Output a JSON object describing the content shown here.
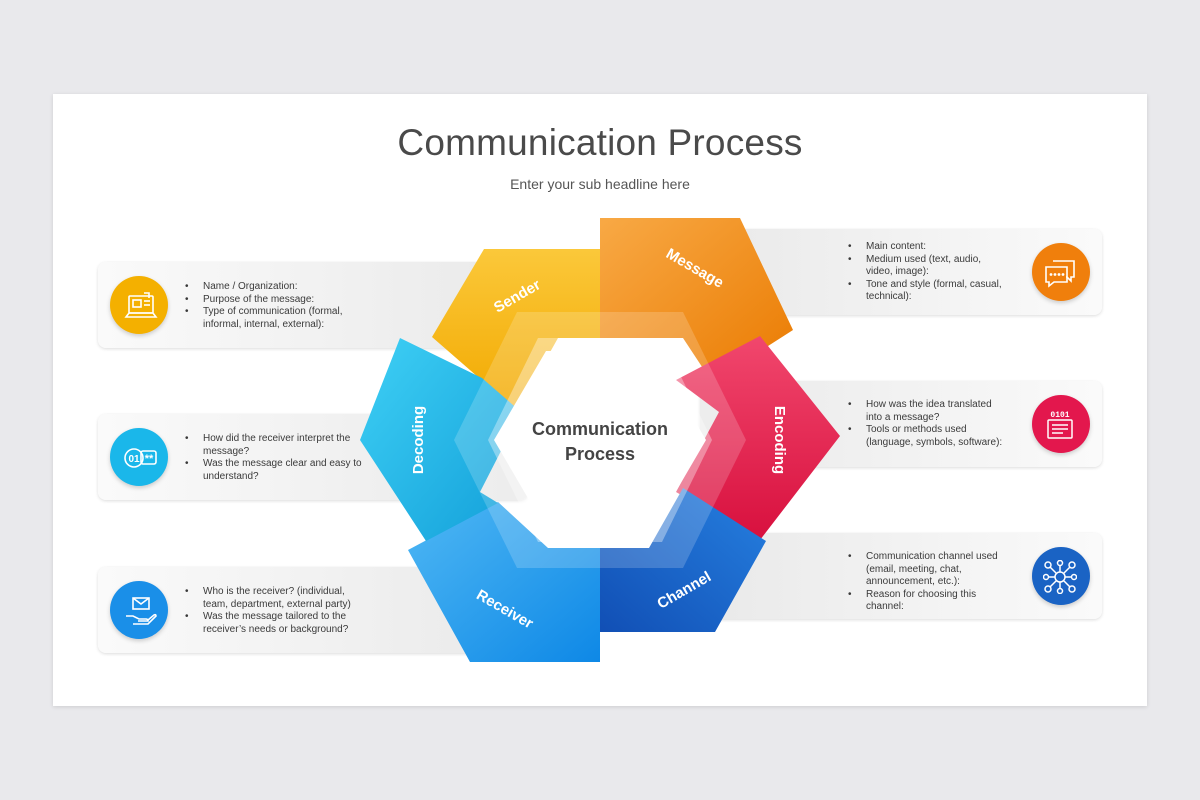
{
  "title": "Communication Process",
  "subtitle": "Enter your sub headline here",
  "center": {
    "line1": "Communication",
    "line2": "Process"
  },
  "segments": {
    "sender": "Sender",
    "message": "Message",
    "encoding": "Encoding",
    "channel": "Channel",
    "receiver": "Receiver",
    "decoding": "Decoding"
  },
  "cards": {
    "sender": {
      "icon": "document-laptop-icon",
      "color": "#f4b000",
      "bullets": [
        "Name / Organization:",
        "Purpose of the message:",
        "Type of communication (formal, informal, internal, external):"
      ]
    },
    "decoding": {
      "icon": "binary-password-icon",
      "color": "#1ab7ea",
      "bullets": [
        "How did the receiver interpret the message?",
        "Was the message clear and easy to understand?"
      ]
    },
    "receiver": {
      "icon": "hand-envelope-icon",
      "color": "#1a8fe8",
      "bullets": [
        "Who is the receiver? (individual, team, department, external party)",
        "Was the message tailored to the receiver’s needs or background?"
      ]
    },
    "message": {
      "icon": "chat-bubbles-icon",
      "color": "#f07f0c",
      "bullets": [
        "Main content:",
        "Medium used (text, audio, video, image):",
        "Tone and style (formal, casual, technical):"
      ]
    },
    "encoding": {
      "icon": "binary-document-icon",
      "color": "#e3174d",
      "bullets": [
        "How was the idea translated into a message?",
        "Tools or methods used (language, symbols, software):"
      ]
    },
    "channel": {
      "icon": "network-hub-icon",
      "color": "#1a63c4",
      "bullets": [
        "Communication channel used (email, meeting, chat, announcement, etc.):",
        "Reason for choosing this channel:"
      ]
    }
  }
}
